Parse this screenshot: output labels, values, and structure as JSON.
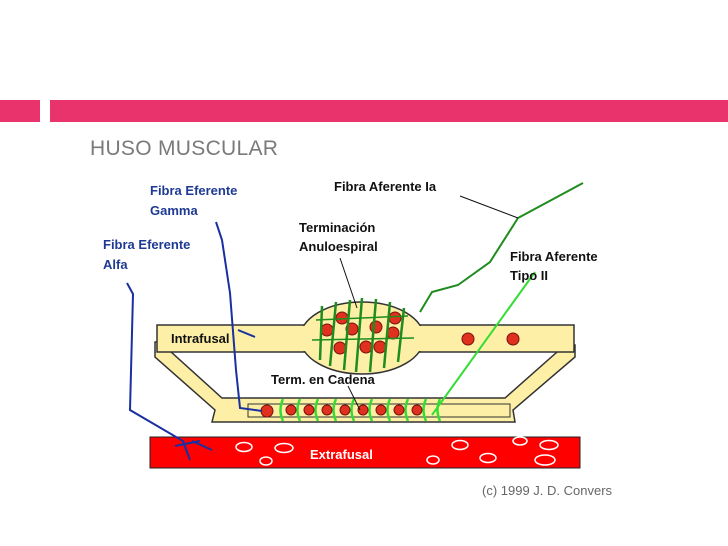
{
  "slide": {
    "title": "HUSO MUSCULAR",
    "credit": "(c) 1999 J. D. Convers"
  },
  "labels": {
    "efferent_gamma_1": "Fibra Eferente",
    "efferent_gamma_2": "Gamma",
    "efferent_alfa_1": "Fibra Eferente",
    "efferent_alfa_2": "Alfa",
    "afferent_ia": "Fibra Aferente Ia",
    "annulospiral_1": "Terminación",
    "annulospiral_2": "Anuloespiral",
    "afferent_ii_1": "Fibra Aferente",
    "afferent_ii_2": "Tipo II",
    "intrafusal": "Intrafusal",
    "chain": "Term. en Cadena",
    "extrafusal": "Extrafusal"
  },
  "colors": {
    "accent_bar": "#e8336d",
    "title_gray": "#7a7a7a",
    "spindle_fill": "#fdf0a6",
    "spindle_stroke": "#333333",
    "extrafusal_fill": "#ff0000",
    "afferent_green": "#1e8c1e",
    "efferent_blue": "#1a2fa0",
    "nucleus_red": "#e0301e",
    "chain_green": "#33dd33"
  }
}
